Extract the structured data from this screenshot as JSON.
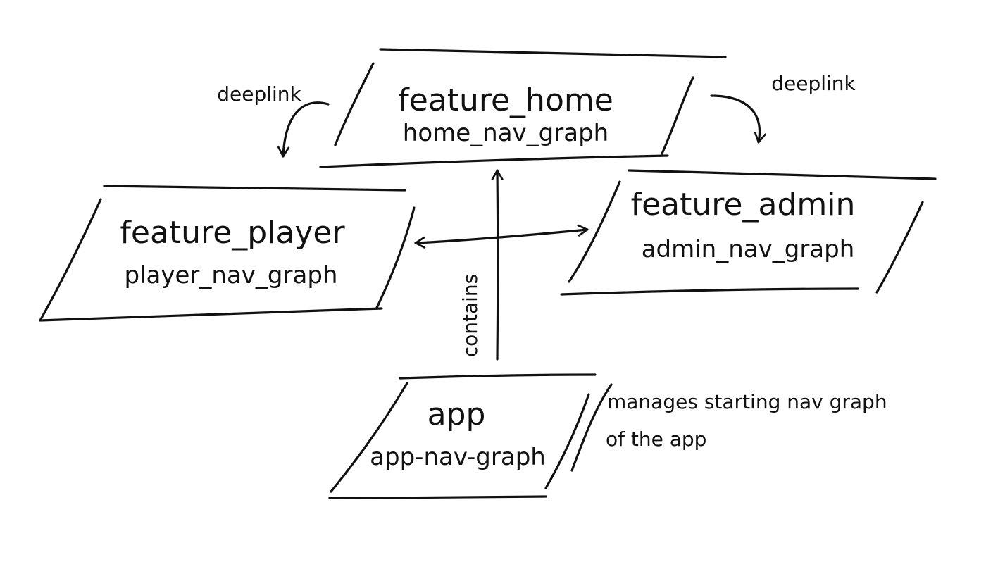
{
  "nodes": {
    "home": {
      "title": "feature_home",
      "subtitle": "home_nav_graph"
    },
    "player": {
      "title": "feature_player",
      "subtitle": "player_nav_graph"
    },
    "admin": {
      "title": "feature_admin",
      "subtitle": "admin_nav_graph"
    },
    "app": {
      "title": "app",
      "subtitle": "app-nav-graph"
    }
  },
  "edges": {
    "deeplink_left": "deeplink",
    "deeplink_right": "deeplink",
    "contains": "contains"
  },
  "note": {
    "line1": "manages starting nav graph",
    "line2": "of the app"
  },
  "colors": {
    "ink": "#111111",
    "background": "#ffffff"
  }
}
